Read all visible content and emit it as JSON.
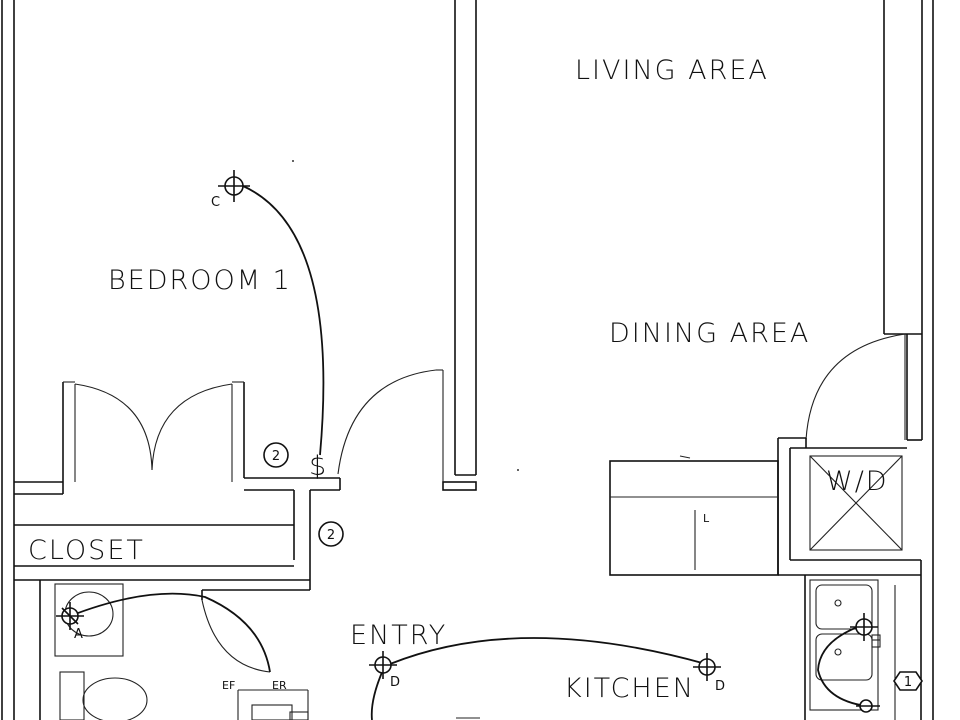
{
  "rooms": {
    "living_area": "LIVING AREA",
    "bedroom_1": "BEDROOM 1",
    "dining_area": "DINING AREA",
    "closet": "CLOSET",
    "entry": "ENTRY",
    "kitchen": "KITCHEN"
  },
  "appliances": {
    "washer_dryer": "W/D"
  },
  "fixture_tags": {
    "bedroom_ceiling": "C",
    "bath_ceiling": "A",
    "entry_light": "D",
    "kitchen_light": "D",
    "small_l": "L"
  },
  "switch_symbol": "$",
  "circled_numbers": {
    "bedroom_switch": "2",
    "entry_switch": "2",
    "kitchen_tag": "1"
  },
  "bath_labels": {
    "ef": "EF",
    "er": "ER"
  }
}
